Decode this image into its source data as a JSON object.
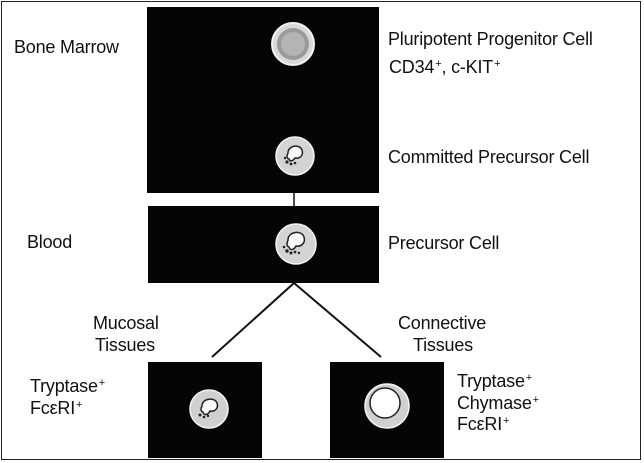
{
  "stages": {
    "bone_marrow": {
      "location": "Bone Marrow",
      "progenitor_name": "Pluripotent Progenitor Cell",
      "progenitor_marker_1": "CD34",
      "progenitor_marker_2": "c-KIT",
      "precursor_name": "Committed Precursor Cell"
    },
    "blood": {
      "location": "Blood",
      "precursor_name": "Precursor Cell"
    },
    "mucosal": {
      "location_line1": "Mucosal",
      "location_line2": "Tissues",
      "marker_1": "Tryptase",
      "marker_2": "FcεRI"
    },
    "connective": {
      "location_line1": "Connective",
      "location_line2": "Tissues",
      "marker_1": "Tryptase",
      "marker_2": "Chymase",
      "marker_3": "FcεRI"
    }
  },
  "positive_sign": "+"
}
